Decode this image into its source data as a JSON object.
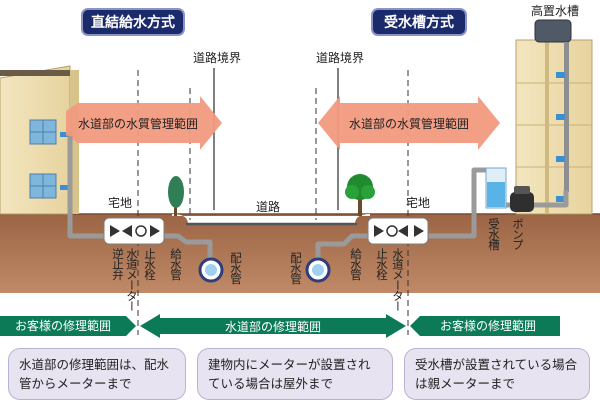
{
  "titles": {
    "direct": "直結給水方式",
    "tank": "受水槽方式"
  },
  "labels": {
    "road_boundary_left": "道路境界",
    "road_boundary_right": "道路境界",
    "high_tank": "高置水槽",
    "quality_left": "水道部の水質管理範囲",
    "quality_right": "水道部の水質管理範囲",
    "yard_left": "宅地",
    "yard_right": "宅地",
    "road": "道路",
    "check_valve": "逆止弁",
    "meter_left": "水道メーター",
    "stop_valve_left": "止水栓",
    "supply_pipe_left": "給水管",
    "main_pipe_left": "配水管",
    "main_pipe_right": "配水管",
    "supply_pipe_right": "給水管",
    "stop_valve_right": "止水栓",
    "meter_right": "水道メーター",
    "receiving_tank": "受水槽",
    "pump": "ポンプ"
  },
  "ranges": {
    "customer_left": "お客様の修理範囲",
    "waterworks": "水道部の修理範囲",
    "customer_right": "お客様の修理範囲"
  },
  "notes": [
    "水道部の修理範囲は、配水管からメーターまで",
    "建物内にメーターが設置されている場合は屋外まで",
    "受水槽が設置されている場合は親メーターまで"
  ],
  "colors": {
    "title_bg": "#1b2a6b",
    "arrow": "#f19a7f",
    "soil": "#a36b49",
    "range_bar": "#0c7a57",
    "note_bg": "#e7e3f1"
  }
}
